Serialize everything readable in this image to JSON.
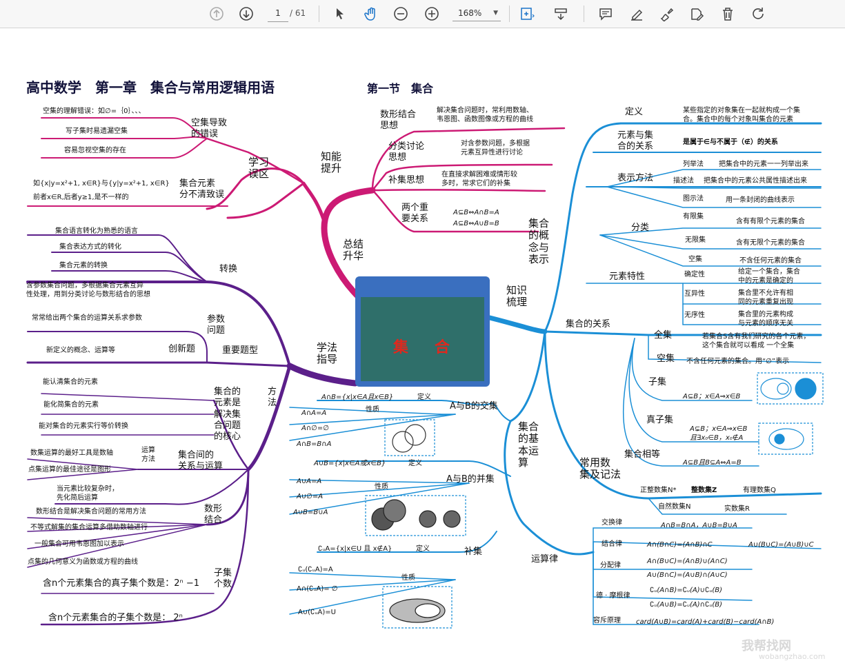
{
  "toolbar": {
    "page_current": "1",
    "page_total": "/ 61",
    "zoom": "168%"
  },
  "title": "高中数学　第一章　集合与常用逻辑用语",
  "subtitle": "第一节　集合",
  "center": {
    "label_left": "集",
    "label_right": "合"
  },
  "left": {
    "xuexi_wuqu": "学习\n误区",
    "kongji_daozhi": "空集导致\n的错误",
    "kongji_items": [
      "空集的理解错误：如∅=｛0｝、、、",
      "写子集时易遗漏空集",
      "容易忽视空集的存在"
    ],
    "yuansu_title": "集合元素\n分不清致误",
    "yuansu_text1": "如{x|y=x²+1, x∈R}与{y|y=x²+1, x∈R}",
    "yuansu_text2": "前者x∈R,后者y≥1,是不一样的",
    "zhuanhuan": "转换",
    "zhuanhuan_items": [
      "集合语言转化为熟悉的语言",
      "集合表达方式的转化",
      "集合元素的转换"
    ],
    "canshu_text": "含参数集合问题，多根据集合元素互异\n性处理，用到分类讨论与数形结合的思想",
    "canshu_wenti": "参数\n问题",
    "canshu_item2": "常常给出两个集合的运算关系求参数",
    "chuangxin": "创新题",
    "chuangxin_item": "新定义的概念、运算等",
    "zhongyao": "重要题型",
    "xuefa": "学法\n指导",
    "fangfa": "方法",
    "hexin": "集合的\n元素是\n解决集\n合问题\n的核心",
    "hexin_items": [
      "能认清集合的元素",
      "能化简集合的元素",
      "能对集合的元素实行等价转换"
    ],
    "yunsuan_title": "集合间的\n关系与运算",
    "yunsuan_fangfa": "运算\n方法",
    "yunsuan_items": [
      "数集运算的最好工具是数轴",
      "点集运算的最佳途径是图形"
    ],
    "yunsuan_extra": "当元素比较复杂时，\n先化简后运算",
    "shuxing": "数形\n结合",
    "shuxing_items": [
      "数形结合是解决集合问题的常用方法",
      "不等式解集的集合运算多借助数轴进行",
      "一般集合可用韦恩图加以表示",
      "点集的几何意义为函数或方程的曲线"
    ],
    "ziji_geshu": "子集\n个数",
    "ziji_items": [
      "含n个元素集合的真子集个数是：2ⁿ −1",
      "含n个元素集合的子集个数是：  2ⁿ"
    ]
  },
  "top": {
    "zhineng": "知能\n提升",
    "zongjie": "总结\n升华",
    "items": [
      {
        "k": "数形结合\n思想",
        "v": "解决集合问题时，常利用数轴、\n韦恩图、函数图像或方程的曲线"
      },
      {
        "k": "分类讨论\n思想",
        "v": "对含参数问题，多根据\n元素互异性进行讨论"
      },
      {
        "k": "补集思想",
        "v": "在直接求解困难或情形较\n多时，常求它们的补集"
      },
      {
        "k": "两个重\n要关系",
        "v": "A⊆B⇔A∩B=A\nA⊆B⇔A∪B=B"
      }
    ]
  },
  "right": {
    "zhishi": "知识\n梳理",
    "gainian": "集合\n的概\n念与\n表示",
    "dingyi": "定义",
    "dingyi_text": "某些指定的对象集在一起就构成一个集\n合。集合中的每个对象叫集合的元素",
    "yuansu_guanxi": "元素与集\n合的关系",
    "yuansu_guanxi_text": "是属于∈与不属于（∉）的关系",
    "biaoshi": "表示方法",
    "biaoshi_items": [
      {
        "k": "列举法",
        "v": "把集合中的元素一一列举出来"
      },
      {
        "k": "描述法",
        "v": "把集合中的元素公共属性描述出来"
      },
      {
        "k": "图示法",
        "v": "用一条封闭的曲线表示"
      }
    ],
    "fenlei": "分类",
    "fenlei_items": [
      {
        "k": "有限集",
        "v": "含有有限个元素的集合"
      },
      {
        "k": "无限集",
        "v": "含有无限个元素的集合"
      },
      {
        "k": "空集",
        "v": "不含任何元素的集合"
      }
    ],
    "texing": "元素特性",
    "texing_items": [
      {
        "k": "确定性",
        "v": "给定一个集合，集合\n中的元素是确定的"
      },
      {
        "k": "互异性",
        "v": "集合里不允许有相\n同的元素重复出现"
      },
      {
        "k": "无序性",
        "v": "集合里的元素构成\n与元素的顺序无关"
      }
    ],
    "guanxi": "集合的关系",
    "quanji": "全集",
    "quanji_text": "若集合S含有我们研究的各个元素，\n这个集合就可以看成 一个全集",
    "kongji": "空集",
    "kongji_text": "不含任何元素的集合。用“∅”表示",
    "ziji": "子集",
    "ziji_text": "A⊆B；x∈A⇒x∈B",
    "zhenziji": "真子集",
    "zhenziji_text": "A⊊B；x∈A⇒x∈B\n且∃x₀∈B，x₀∉A",
    "xiangdeng": "集合相等",
    "xiangdeng_text": "A⊆B且B⊆A⇔A=B",
    "changyong": "常用数\n集及记法",
    "shuji": [
      "正整数集N*",
      "整数集Z",
      "有理数集Q",
      "自然数集N",
      "实数集R"
    ],
    "jiben": "集合\n的基\n本运\n算",
    "jiao": "A与B的交集",
    "jiao_def": "A∩B={x|x∈A且x∈B}",
    "def_label": "定义",
    "xingzhi": "性质",
    "jiao_props": [
      "A∩A=A",
      "A∩∅=∅",
      "A∩B=B∩A"
    ],
    "bing": "A与B的并集",
    "bing_def": "A∪B={x|x∈A或x∈B}",
    "bing_props": [
      "A∪A=A",
      "A∪∅=A",
      "A∪B=B∪A"
    ],
    "buji": "补集",
    "buji_def": "∁ᵤA={x|x∈U 且 x∉A}",
    "buji_props": [
      "∁ᵤ(∁ᵤA)=A",
      "A∩(∁ᵤA)= ∅",
      "A∪(∁ᵤA)=U"
    ],
    "yunsuanlv": "运算律",
    "laws": [
      {
        "k": "交换律",
        "v": [
          "A∩B=B∩A，A∪B=B∪A"
        ]
      },
      {
        "k": "结合律",
        "v": [
          "A∩(B∩C)=(A∩B)∩C",
          "A∪(B∪C)=(A∪B)∪C"
        ]
      },
      {
        "k": "分配律",
        "v": [
          "A∩(B∪C)=(A∩B)∪(A∩C)",
          "A∪(B∩C)=(A∪B)∩(A∪C)"
        ]
      },
      {
        "k": "德 · 摩根律",
        "v": [
          "∁ᵤ(A∩B)=∁ᵤ(A)∪∁ᵤ(B)",
          "∁ᵤ(A∪B)=∁ᵤ(A)∩∁ᵤ(B)"
        ]
      },
      {
        "k": "容斥原理",
        "v": [
          "card(A∪B)=card(A)+card(B)−card(A∩B)"
        ]
      }
    ]
  },
  "watermark": {
    "main": "我帮找网",
    "url": "wobangzhao.com"
  }
}
